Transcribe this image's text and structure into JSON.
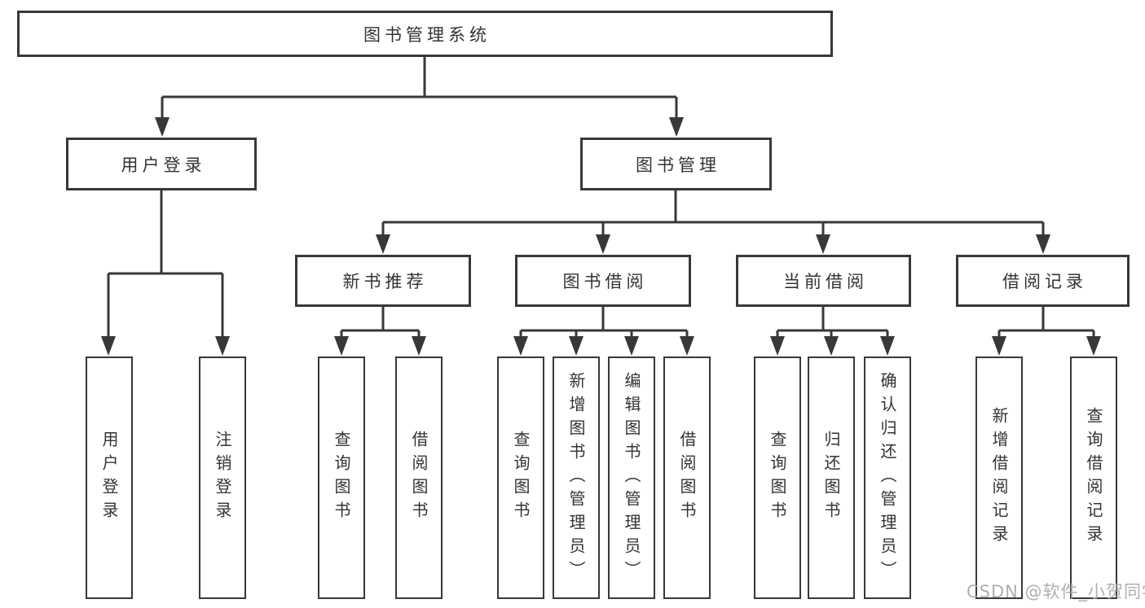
{
  "diagram": {
    "title": "图书管理系统",
    "root": {
      "label": "图书管理系统"
    },
    "level2": [
      {
        "id": "user-login",
        "label": "用户登录"
      },
      {
        "id": "book-management",
        "label": "图书管理"
      }
    ],
    "level3": [
      {
        "id": "new-book-recommend",
        "label": "新书推荐"
      },
      {
        "id": "book-borrowing",
        "label": "图书借阅"
      },
      {
        "id": "current-borrowing",
        "label": "当前借阅"
      },
      {
        "id": "borrowing-records",
        "label": "借阅记录"
      }
    ],
    "leaves": [
      {
        "id": "user-login-leaf",
        "label": "用户登录"
      },
      {
        "id": "logout-leaf",
        "label": "注销登录"
      },
      {
        "id": "query-books-recommend",
        "label": "查询图书"
      },
      {
        "id": "borrow-books-recommend",
        "label": "借阅图书"
      },
      {
        "id": "query-books-borrowing",
        "label": "查询图书"
      },
      {
        "id": "add-books-admin",
        "label": "新增图书（管理员）"
      },
      {
        "id": "edit-books-admin",
        "label": "编辑图书（管理员）"
      },
      {
        "id": "borrow-books-borrowing",
        "label": "借阅图书"
      },
      {
        "id": "query-books-current",
        "label": "查询图书"
      },
      {
        "id": "return-books",
        "label": "归还图书"
      },
      {
        "id": "confirm-return-admin",
        "label": "确认归还（管理员）"
      },
      {
        "id": "add-borrow-record",
        "label": "新增借阅记录"
      },
      {
        "id": "query-borrow-record",
        "label": "查询借阅记录"
      }
    ]
  },
  "watermark": "CSDN @软件_小贺同学",
  "colors": {
    "line": "#383838",
    "text": "#333333",
    "watermark": "#a6a6a6",
    "background": "#ffffff"
  }
}
